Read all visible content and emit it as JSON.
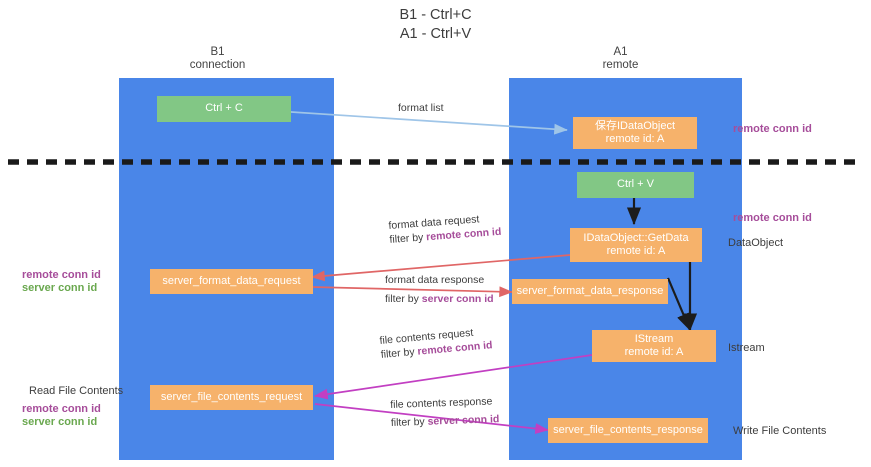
{
  "title": "B1 - Ctrl+C\nA1 - Ctrl+V",
  "lanes": [
    {
      "name": "left-lane",
      "header": "B1\nconnection"
    },
    {
      "name": "right-lane",
      "header": "A1\nremote"
    }
  ],
  "nodes": [
    {
      "id": "ctrl-c",
      "label": "Ctrl + C",
      "color": "green"
    },
    {
      "id": "save-idataobject",
      "label": "保存IDataObject\nremote id: A",
      "color": "orange"
    },
    {
      "id": "ctrl-v",
      "label": "Ctrl + V",
      "color": "green"
    },
    {
      "id": "idataobject-getdata",
      "label": "IDataObject::GetData\nremote id: A",
      "color": "orange"
    },
    {
      "id": "server-format-data-request",
      "label": "server_format_data_request",
      "color": "orange"
    },
    {
      "id": "server-format-data-response",
      "label": "server_format_data_response",
      "color": "orange"
    },
    {
      "id": "istream",
      "label": "IStream\nremote id: A",
      "color": "orange"
    },
    {
      "id": "server-file-contents-request",
      "label": "server_file_contents_request",
      "color": "orange"
    },
    {
      "id": "server-file-contents-response",
      "label": "server_file_contents_response",
      "color": "orange"
    }
  ],
  "edges": [
    {
      "id": "format-list",
      "line1": "format list",
      "line2": "",
      "emph": ""
    },
    {
      "id": "format-data-request",
      "line1": "format data request",
      "line2": "filter by ",
      "emph": "remote conn id"
    },
    {
      "id": "format-data-response",
      "line1": "format data response",
      "line2": "filter by ",
      "emph": "server conn id"
    },
    {
      "id": "file-contents-request",
      "line1": "file contents request",
      "line2": "filter by ",
      "emph": "remote conn id"
    },
    {
      "id": "file-contents-response",
      "line1": "file contents response",
      "line2": "filter by ",
      "emph": "server conn id"
    }
  ],
  "annotations": {
    "right_remote_conn_top": "remote conn id",
    "right_remote_conn_mid": "remote conn id",
    "right_dataobject": "DataObject",
    "right_istream": "Istream",
    "right_write_file_contents": "Write File Contents",
    "left_conn_ids_remote": "remote conn id",
    "left_conn_ids_server": "server conn id",
    "left_read_file_contents": "Read File Contents",
    "left_conn_ids2_remote": "remote conn id",
    "left_conn_ids2_server": "server conn id"
  },
  "colors": {
    "lane": "#4a86e8",
    "orange": "#f6b26b",
    "green": "#82c785",
    "purple": "#a64d9a",
    "green_text": "#6aa84f",
    "blue_arrow": "#9fc5e8",
    "red_arrow": "#e06666",
    "magenta_arrow": "#c23fc2",
    "dark_arrow": "#1c1c1c",
    "divider": "#1a1a1a"
  }
}
